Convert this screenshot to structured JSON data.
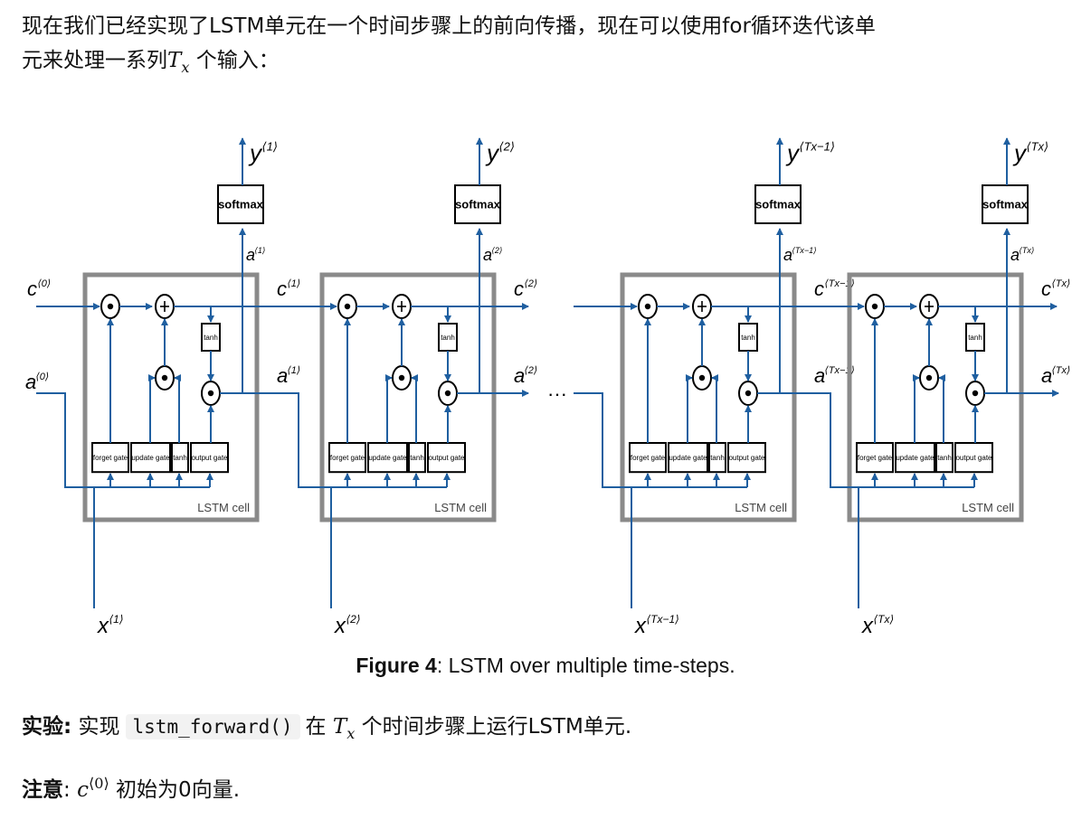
{
  "intro": {
    "line1": "现在我们已经实现了LSTM单元在一个时间步骤上的前向传播，现在可以使用for循环迭代该单",
    "line2_prefix": "元来处理一系列",
    "line2_var": "T",
    "line2_sub": "x",
    "line2_suffix": " 个输入："
  },
  "diagram": {
    "cells": [
      {
        "y_label": "y",
        "y_sup": "⟨1⟩",
        "a_label": "a",
        "a_sup": "⟨1⟩",
        "c_sup": "⟨1⟩",
        "x_label": "x",
        "x_sup": "⟨1⟩"
      },
      {
        "y_label": "y",
        "y_sup": "⟨2⟩",
        "a_label": "a",
        "a_sup": "⟨2⟩",
        "c_sup": "⟨2⟩",
        "x_label": "x",
        "x_sup": "⟨2⟩"
      },
      {
        "y_label": "y",
        "y_sup": "⟨Tx−1⟩",
        "a_label": "a",
        "a_sup": "⟨Tx−1⟩",
        "c_sup": "⟨Tx−1⟩",
        "x_label": "x",
        "x_sup": "⟨Tx−1⟩"
      },
      {
        "y_label": "y",
        "y_sup": "⟨Tx⟩",
        "a_label": "a",
        "a_sup": "⟨Tx⟩",
        "c_sup": "⟨Tx⟩",
        "x_label": "x",
        "x_sup": "⟨Tx⟩"
      }
    ],
    "softmax_label": "softmax",
    "tanh_label": "tanh",
    "forget_gate_label": "forget gate",
    "update_gate_label": "update gate",
    "output_gate_label": "output gate",
    "cell_label": "LSTM cell",
    "c0_label": "c",
    "c0_sup": "⟨0⟩",
    "a0_label": "a",
    "a0_sup": "⟨0⟩",
    "c_label": "c",
    "ellipsis": "···",
    "colors": {
      "line": "#1f5fa0",
      "box": "#8a8a8a"
    }
  },
  "caption": {
    "bold": "Figure 4",
    "rest": ": LSTM over multiple time-steps."
  },
  "exercise": {
    "label": "实验:",
    "pre": " 实现",
    "code": "lstm_forward()",
    "mid": "在",
    "var": "T",
    "sub": "x",
    "post": " 个时间步骤上运行LSTM单元."
  },
  "note": {
    "label": "注意",
    "colon": ":",
    "var": "c",
    "sup": "⟨0⟩",
    "text": " 初始为0向量."
  }
}
